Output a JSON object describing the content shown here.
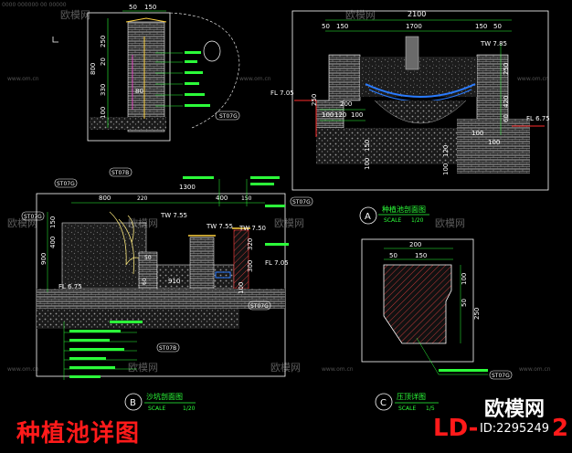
{
  "title_text": "种植池详图",
  "drawing_code": "LD-",
  "drawing_code_suffix": "2",
  "brand": {
    "name": "欧模网",
    "id_text": "ID:2295249",
    "watermark_url": "www.om.cn",
    "colors": {
      "title_red": "#ff1a1a",
      "brand_white": "#ffffff"
    }
  },
  "top_left_small": "0000 000000 00 00000",
  "detail_a": {
    "letter": "A",
    "title": "种植池剖面图",
    "scale_label": "SCALE",
    "scale_value": "1/20"
  },
  "detail_b": {
    "letter": "B",
    "title": "沙坑剖面图",
    "scale_label": "SCALE",
    "scale_value": "1/20"
  },
  "detail_c": {
    "letter": "C",
    "title": "压顶详图",
    "scale_label": "SCALE",
    "scale_value": "1/5"
  },
  "dims_a": {
    "overall": "2100",
    "d1700": "1700",
    "d50a": "50",
    "d150a": "150",
    "d50b": "50",
    "d150b": "150",
    "d200": "200",
    "d100a": "100",
    "d120a": "120",
    "d100b": "100",
    "d100c": "100",
    "d250": "250",
    "d420": "420",
    "d60": "60",
    "d150c": "150",
    "d100d": "100",
    "d250b": "250",
    "d100e": "100",
    "d100f": "100",
    "d120b": "120",
    "fl1": "FL 7.05",
    "tw": "TW 7.85",
    "fl2": "FL 6.75",
    "fl3": "FL 7.05"
  },
  "dims_b": {
    "d1300": "1300",
    "d800": "800",
    "d400": "400",
    "d220": "220",
    "d150": "150",
    "d910": "910",
    "d100": "100",
    "d300": "300",
    "d900": "900",
    "d400b": "400",
    "d150b": "150",
    "d320": "320",
    "d60": "60",
    "d50": "50",
    "tw1": "TW 7.55",
    "tw2": "TW 7.55",
    "tw3": "TW 7.50",
    "fl1": "FL 6.75",
    "fl2": "FL 7.05"
  },
  "dims_c": {
    "d200": "200",
    "d50": "50",
    "d150": "150",
    "d100": "100",
    "d250": "250",
    "d50b": "50"
  },
  "dims_top": {
    "d50": "50",
    "d150": "150",
    "d250": "250",
    "d20": "20",
    "d800": "800",
    "d330": "330",
    "d100": "100",
    "d80": "80"
  },
  "callouts": {
    "st07g_a": "ST07G",
    "st07g_b": "ST07G",
    "st07b_a": "ST07B",
    "st07b_b": "ST07B",
    "st07g_c": "ST07G",
    "st07g_d": "ST07G",
    "st07g_e": "ST07G",
    "st07g_f": "ST07G",
    "st07g_g": "ST07G",
    "st07g_h": "ST07G",
    "st07g_i": "ST07G"
  }
}
